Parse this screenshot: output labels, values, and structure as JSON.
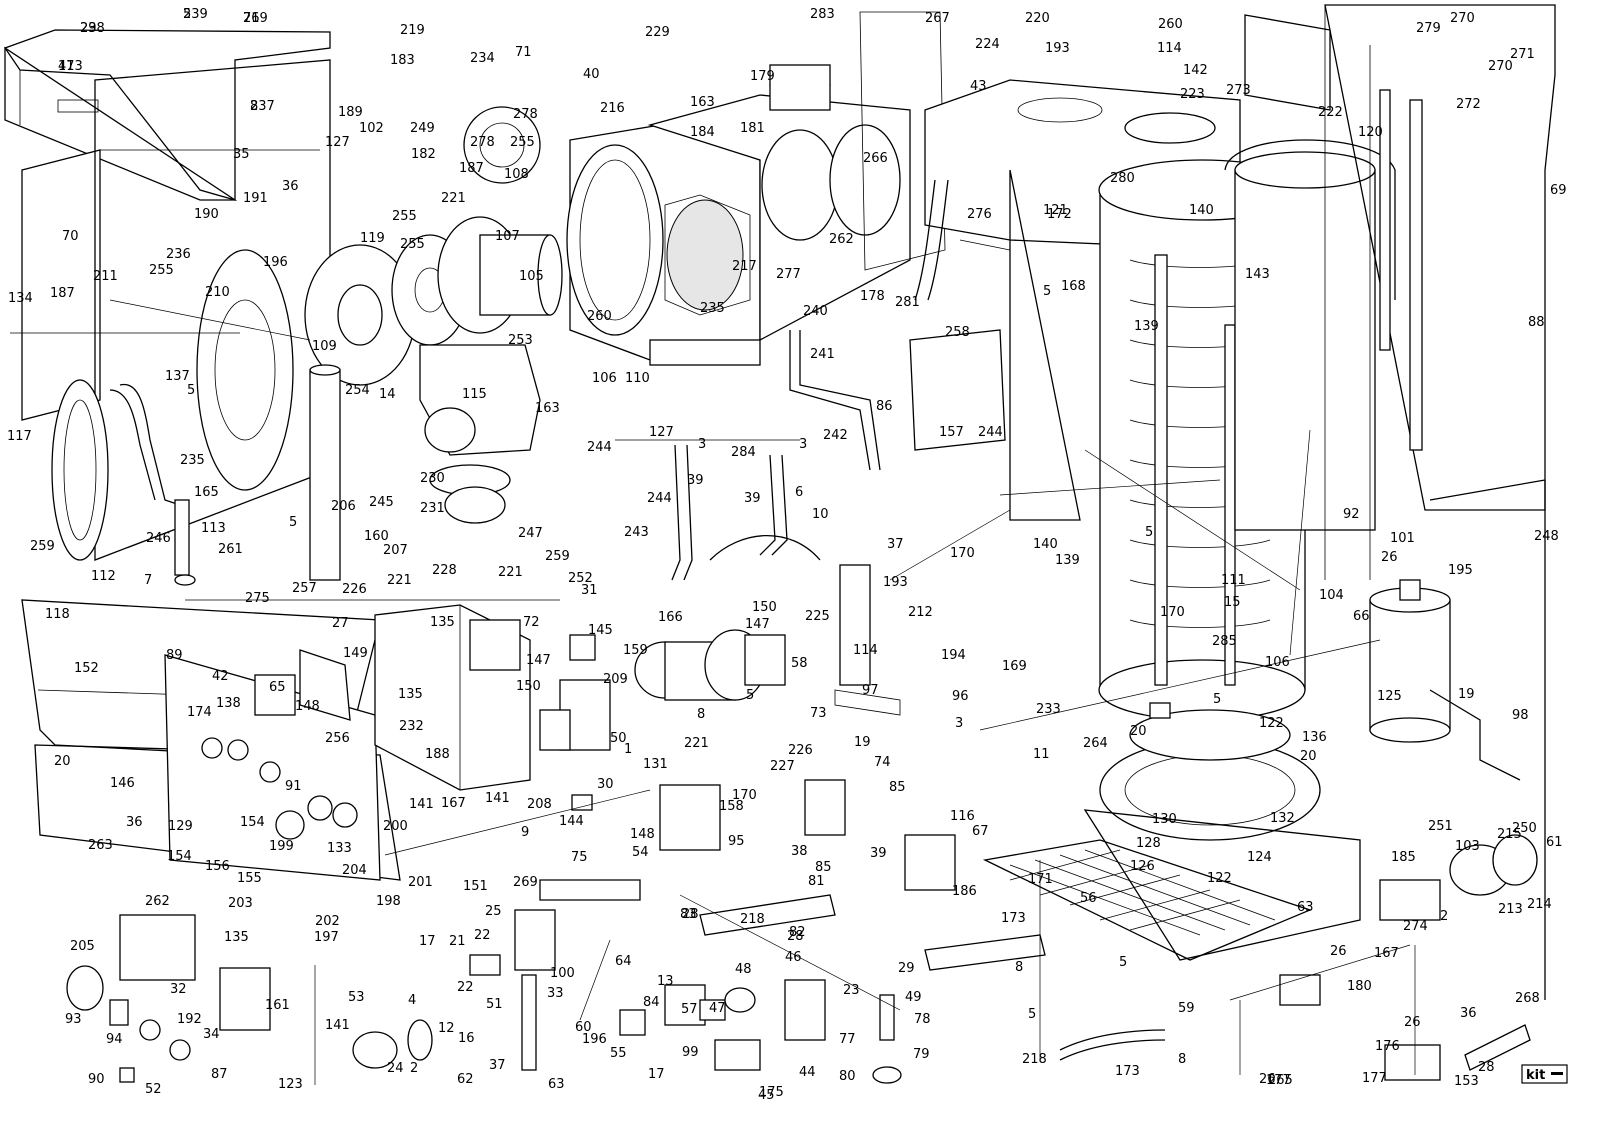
{
  "diagram": {
    "title": "Boiler exploded parts diagram",
    "kit_label": "kit",
    "part_labels": [
      "238",
      "239",
      "219",
      "41",
      "237",
      "219",
      "183",
      "234",
      "71",
      "229",
      "40",
      "216",
      "163",
      "283",
      "179",
      "267",
      "220",
      "260",
      "224",
      "193",
      "114",
      "43",
      "142",
      "223",
      "279",
      "270",
      "270",
      "271",
      "272",
      "273",
      "222",
      "120",
      "69",
      "35",
      "36",
      "190",
      "191",
      "196",
      "189",
      "102",
      "249",
      "278",
      "278",
      "255",
      "127",
      "182",
      "187",
      "221",
      "108",
      "184",
      "181",
      "266",
      "276",
      "280",
      "121",
      "140",
      "143",
      "88",
      "70",
      "236",
      "255",
      "210",
      "211",
      "187",
      "134",
      "255",
      "119",
      "255",
      "107",
      "105",
      "253",
      "254",
      "109",
      "14",
      "115",
      "235",
      "260",
      "106",
      "110",
      "217",
      "277",
      "262",
      "178",
      "281",
      "258",
      "168",
      "139",
      "137",
      "5",
      "165",
      "117",
      "235",
      "259",
      "112",
      "113",
      "246",
      "7",
      "5",
      "206",
      "245",
      "230",
      "231",
      "160",
      "261",
      "257",
      "226",
      "221",
      "207",
      "228",
      "221",
      "247",
      "259",
      "252",
      "243",
      "244",
      "31",
      "163",
      "244",
      "127",
      "284",
      "3",
      "3",
      "39",
      "39",
      "6",
      "10",
      "240",
      "241",
      "242",
      "86",
      "244",
      "157",
      "172",
      "5",
      "140",
      "139",
      "5",
      "92",
      "101",
      "248",
      "26",
      "195",
      "169",
      "111",
      "15",
      "170",
      "285",
      "106",
      "104",
      "118",
      "275",
      "42",
      "65",
      "27",
      "149",
      "135",
      "72",
      "145",
      "159",
      "147",
      "150",
      "209",
      "135",
      "148",
      "89",
      "138",
      "152",
      "232",
      "188",
      "141",
      "141",
      "208",
      "50",
      "30",
      "144",
      "148",
      "150",
      "147",
      "225",
      "58",
      "166",
      "37",
      "170",
      "212",
      "194",
      "193",
      "114",
      "97",
      "96",
      "233",
      "5",
      "20",
      "122",
      "136",
      "66",
      "125",
      "19",
      "98",
      "174",
      "20",
      "146",
      "36",
      "129",
      "154",
      "156",
      "154",
      "91",
      "199",
      "133",
      "204",
      "155",
      "203",
      "202",
      "198",
      "197",
      "200",
      "201",
      "151",
      "167",
      "256",
      "131",
      "158",
      "95",
      "54",
      "75",
      "269",
      "9",
      "8",
      "5",
      "221",
      "1",
      "226",
      "227",
      "170",
      "19",
      "74",
      "85",
      "39",
      "85",
      "38",
      "116",
      "73",
      "3",
      "67",
      "11",
      "264",
      "20",
      "130",
      "132",
      "128",
      "126",
      "122",
      "124",
      "171",
      "56",
      "63",
      "180",
      "167",
      "185",
      "103",
      "215",
      "250",
      "61",
      "251",
      "274",
      "2",
      "213",
      "214",
      "263",
      "262",
      "205",
      "93",
      "94",
      "32",
      "135",
      "161",
      "192",
      "34",
      "87",
      "52",
      "90",
      "123",
      "53",
      "141",
      "24",
      "2",
      "4",
      "12",
      "16",
      "17",
      "21",
      "22",
      "22",
      "25",
      "100",
      "33",
      "51",
      "60",
      "37",
      "63",
      "62",
      "64",
      "196",
      "84",
      "55",
      "17",
      "13",
      "99",
      "57",
      "47",
      "48",
      "46",
      "45",
      "44",
      "23",
      "29",
      "49",
      "78",
      "77",
      "79",
      "80",
      "81",
      "82",
      "83",
      "218",
      "173",
      "8",
      "5",
      "5",
      "218",
      "173",
      "8",
      "59",
      "26",
      "177",
      "176",
      "268",
      "36",
      "28",
      "153",
      "26",
      "265",
      "177",
      "175",
      "26",
      "186",
      "28",
      "28",
      "29",
      "5",
      "76",
      "173",
      "8"
    ]
  }
}
